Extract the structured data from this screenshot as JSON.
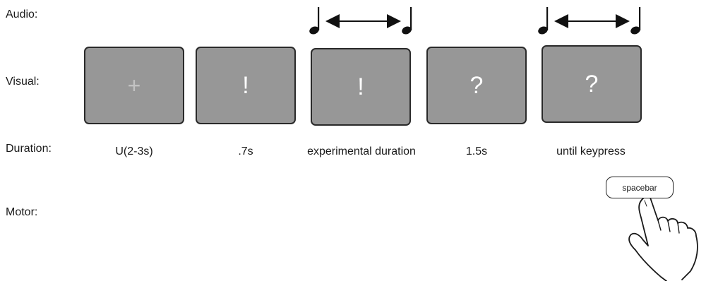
{
  "rows": {
    "audio": "Audio:",
    "visual": "Visual:",
    "duration": "Duration:",
    "motor": "Motor:"
  },
  "panels": [
    {
      "symbol": "+",
      "duration": "U(2-3s)"
    },
    {
      "symbol": "!",
      "duration": ".7s"
    },
    {
      "symbol": "!",
      "duration": "experimental duration"
    },
    {
      "symbol": "?",
      "duration": "1.5s"
    },
    {
      "symbol": "?",
      "duration": "until keypress"
    }
  ],
  "motor": {
    "key_label": "spacebar",
    "icon": "pointing-hand-icon"
  },
  "audio": {
    "icon": "music-note-icon"
  },
  "colors": {
    "panel": "#979797",
    "panel_border": "#2a2a2a",
    "symbol": "#ffffff",
    "fixation": "#c2c2c2"
  }
}
